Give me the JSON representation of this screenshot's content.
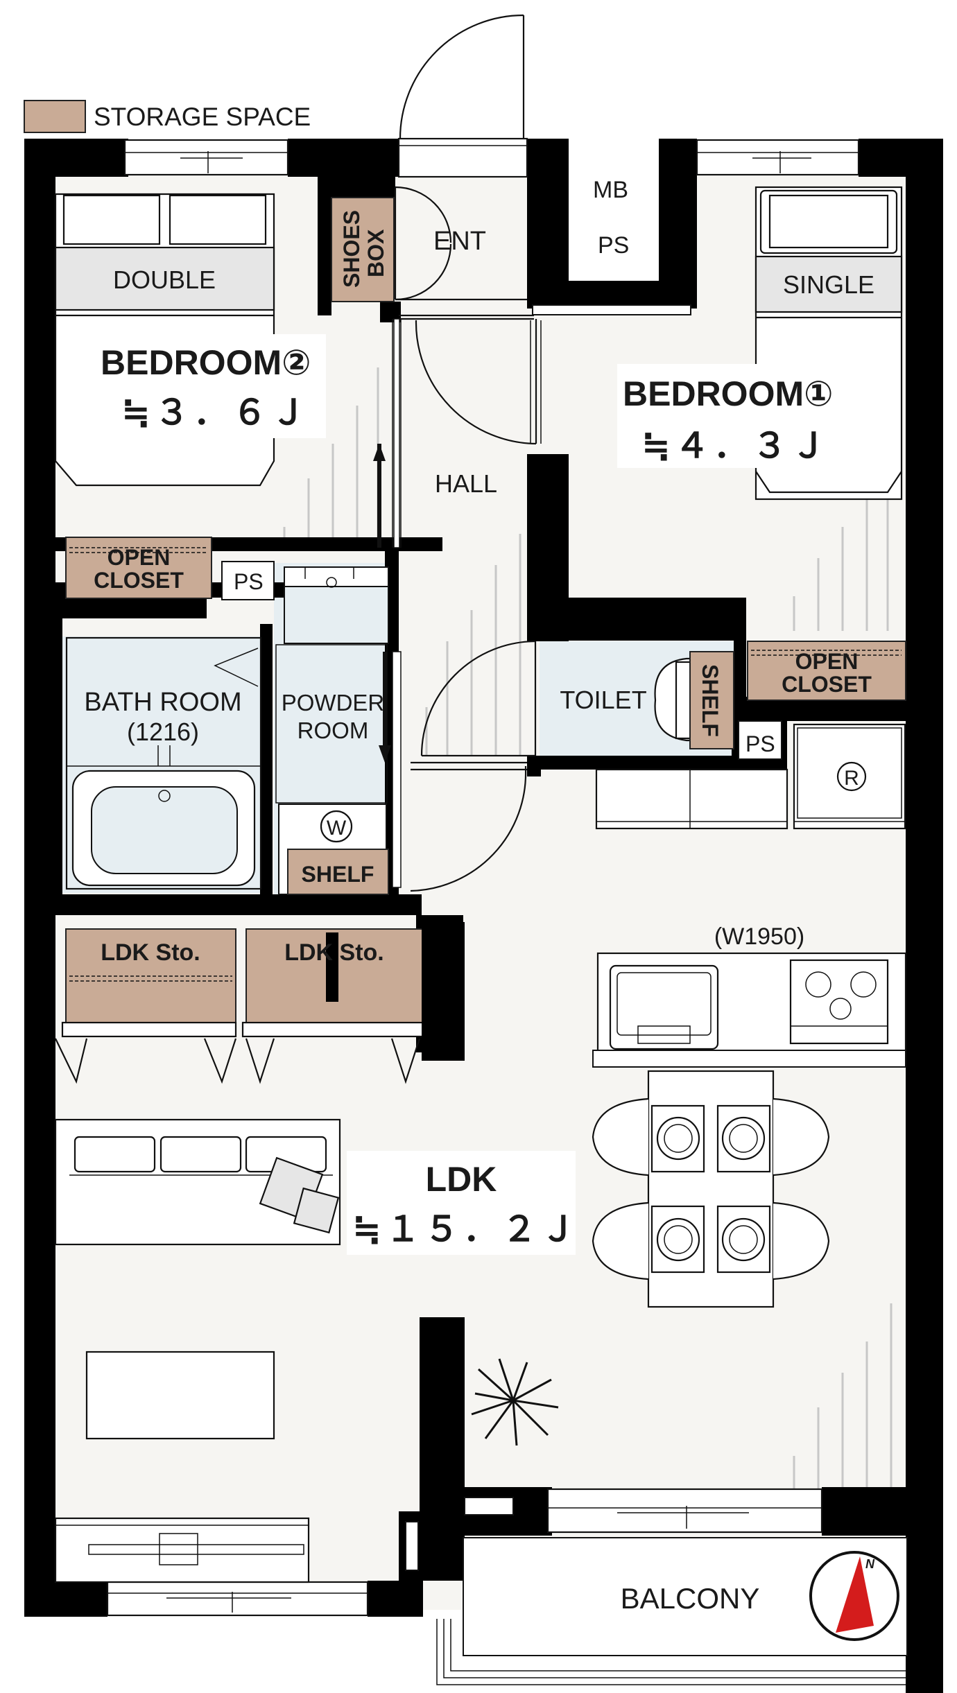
{
  "legend": {
    "swatch_color": "#c9ab96",
    "label": "STORAGE SPACE"
  },
  "rooms": {
    "bedroom2": {
      "name": "BEDROOM②",
      "area": "≒３．６Ｊ",
      "bed": "DOUBLE"
    },
    "bedroom1": {
      "name": "BEDROOM①",
      "area": "≒４．３Ｊ",
      "bed": "SINGLE"
    },
    "ldk": {
      "name": "LDK",
      "area": "≒１５．２Ｊ"
    },
    "hall": "HALL",
    "entrance": "ENT",
    "shoes_box": [
      "SHOES",
      "BOX"
    ],
    "mb_ps": [
      "MB",
      "PS"
    ],
    "bathroom": {
      "name": "BATH ROOM",
      "size": "(1216)"
    },
    "powder_room": [
      "POWDER",
      "ROOM"
    ],
    "washer_symbol": "W",
    "shelf": "SHELF",
    "toilet": "TOILET",
    "toilet_shelf": "SHELF",
    "open_closet_left": [
      "OPEN",
      "CLOSET"
    ],
    "open_closet_right": [
      "OPEN",
      "CLOSET"
    ],
    "ps_left": "PS",
    "ps_right": "PS",
    "fridge_symbol": "R",
    "ldk_storage_1": "LDK Sto.",
    "ldk_storage_2": "LDK Sto.",
    "kitchen_width": "(W1950)",
    "balcony": "BALCONY",
    "compass_north": "N"
  },
  "colors": {
    "wall": "#000000",
    "floor": "#f6f5f2",
    "storage": "#c9ab96",
    "bath": "#e6eef2",
    "compass_red": "#d41c1c"
  }
}
